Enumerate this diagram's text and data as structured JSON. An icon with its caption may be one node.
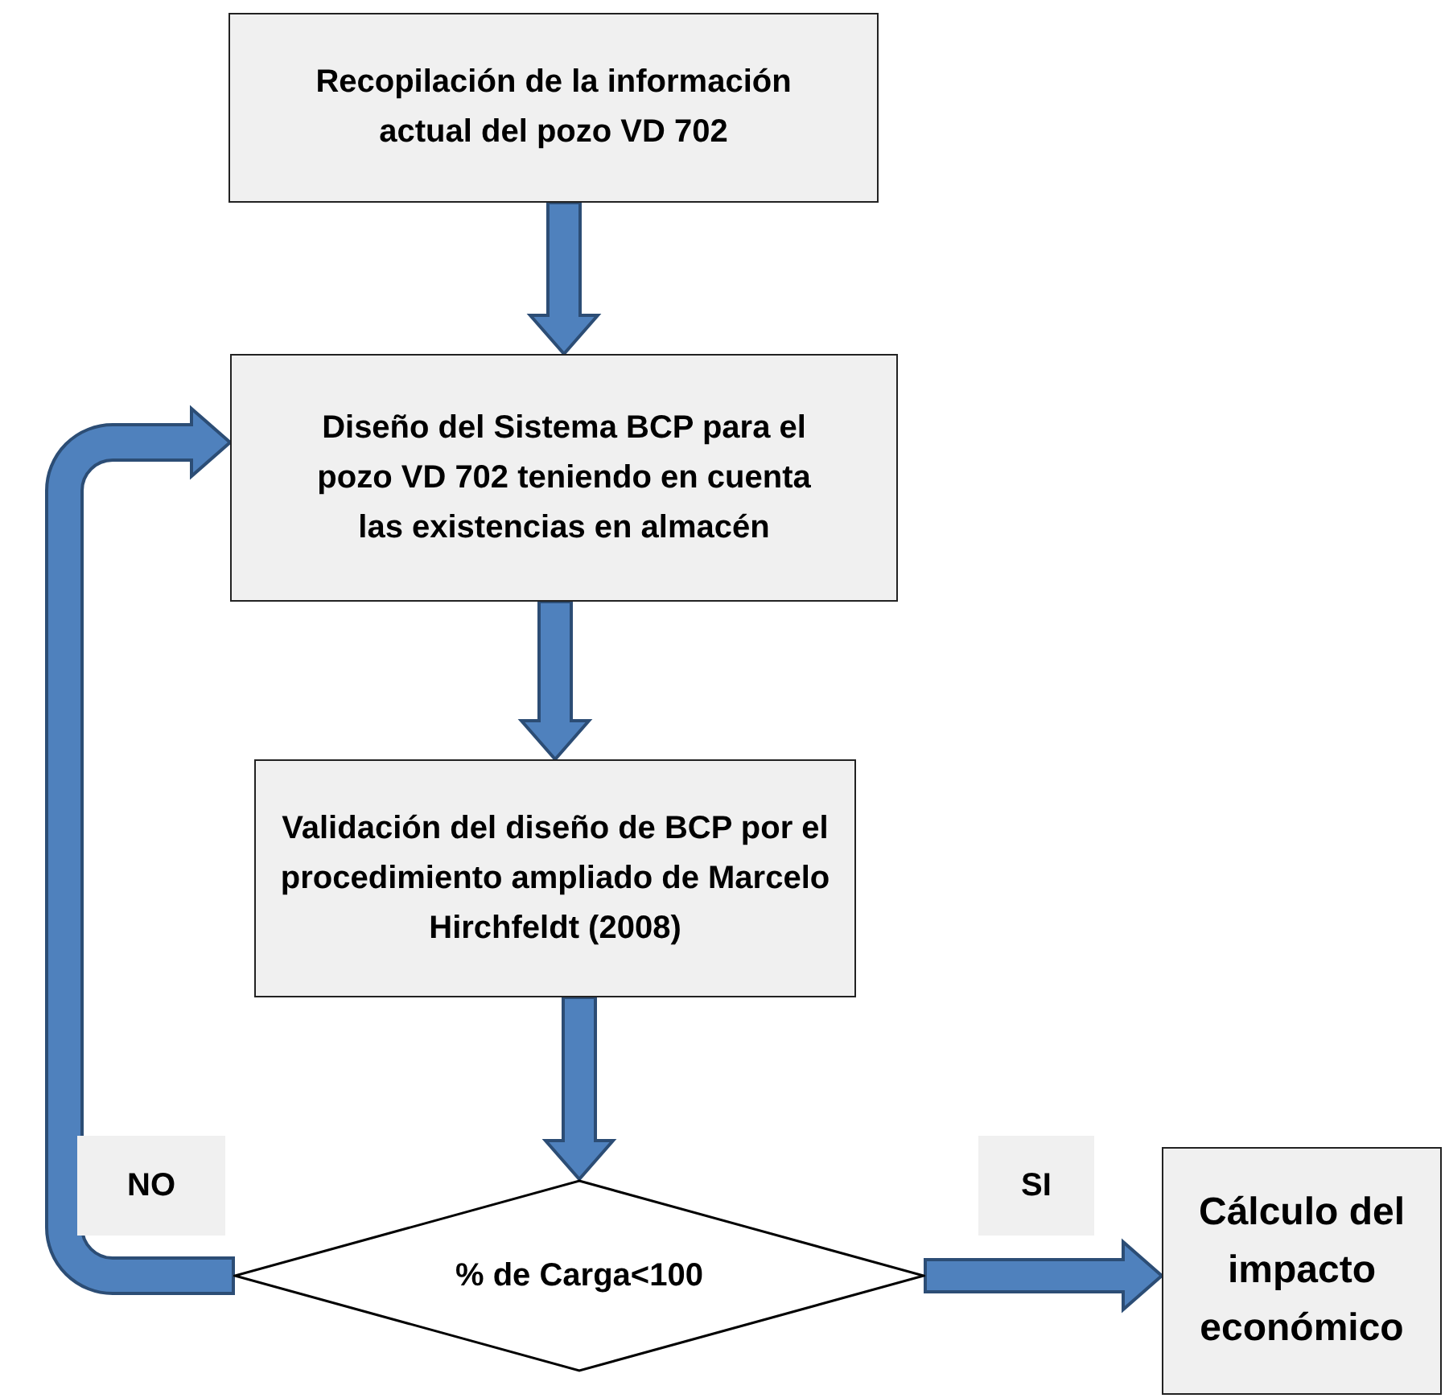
{
  "diagram": {
    "nodes": [
      {
        "text": [
          "Recopilación de la información actual del pozo VD 702"
        ]
      },
      {
        "text": [
          "Diseño del Sistema BCP para el pozo VD 702 teniendo en cuenta las existencias en almacén"
        ]
      },
      {
        "text": [
          "Validación del diseño de BCP por el procedimiento ampliado de Marcelo Hirchfeldt (2008)"
        ]
      },
      {
        "text": [
          "% de Carga<100"
        ]
      },
      {
        "text": [
          "Cálculo del impacto económico"
        ]
      }
    ],
    "edges": [
      {
        "from": 0,
        "to": 1,
        "arrow": "to"
      },
      {
        "from": 1,
        "to": 2,
        "arrow": "to"
      },
      {
        "from": 2,
        "to": 3,
        "arrow": "to"
      },
      {
        "from": 3,
        "to": 4,
        "arrow": "to"
      },
      {
        "from": 3,
        "to": 1,
        "arrow": "to"
      }
    ],
    "labels": [
      "NO",
      "SI"
    ]
  }
}
